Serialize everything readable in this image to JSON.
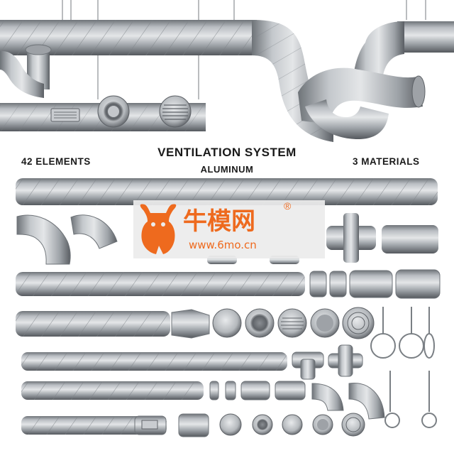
{
  "header": {
    "title": "VENTILATION SYSTEM",
    "material": "ALUMINUM",
    "element_count": "42 ELEMENTS",
    "material_count": "3 MATERIALS"
  },
  "watermark": {
    "brand": "牛模网",
    "url": "www.6mo.cn",
    "registered": "®",
    "color": "#ee6a1e"
  },
  "colors": {
    "metal_light": "#d6d8db",
    "metal_mid": "#a9adb2",
    "metal_dark": "#6e7378",
    "background": "#ffffff"
  }
}
